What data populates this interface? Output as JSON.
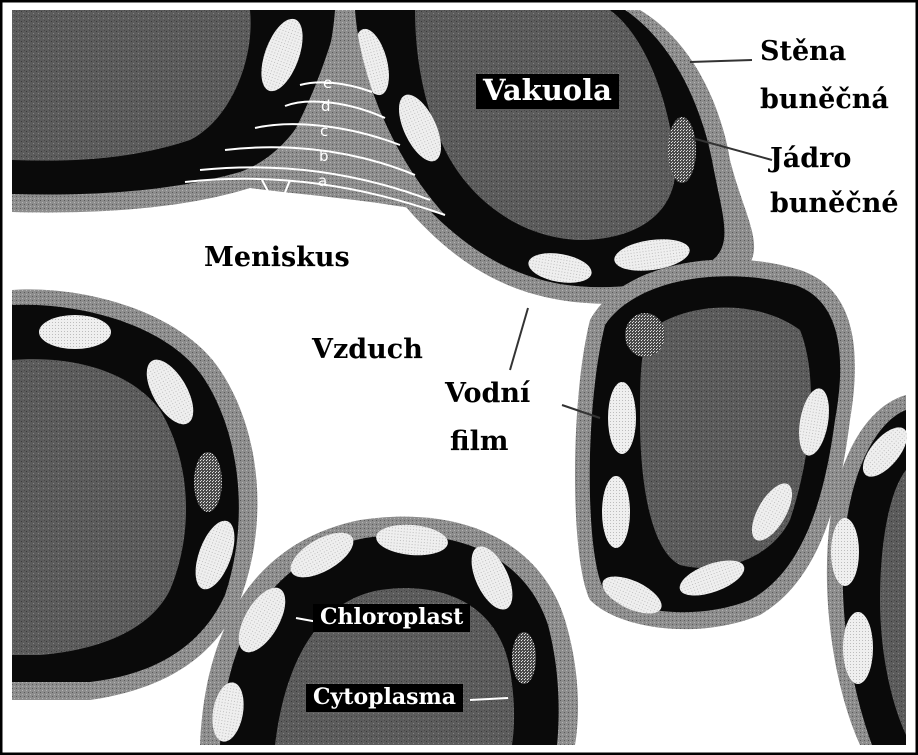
{
  "labels": {
    "vakuola": "Vakuola",
    "stena_1": "Stěna",
    "stena_2": "buněčná",
    "jadro_1": "Jádro",
    "jadro_2": "buněčné",
    "meniskus": "Meniskus",
    "vzduch": "Vzduch",
    "vodni_1": "Vodní",
    "vodni_2": "film",
    "chloroplast": "Chloroplast",
    "cytoplasma": "Cytoplasma"
  },
  "meniscus_levels": [
    "e",
    "d",
    "c",
    "b",
    "a"
  ],
  "colors": {
    "cell_wall": "#8a8a8a",
    "cytoplasm": "#0a0a0a",
    "vacuole": "#5f5f5f",
    "chloroplast": "#ececec",
    "air": "#ffffff",
    "label_box": "#000000"
  }
}
